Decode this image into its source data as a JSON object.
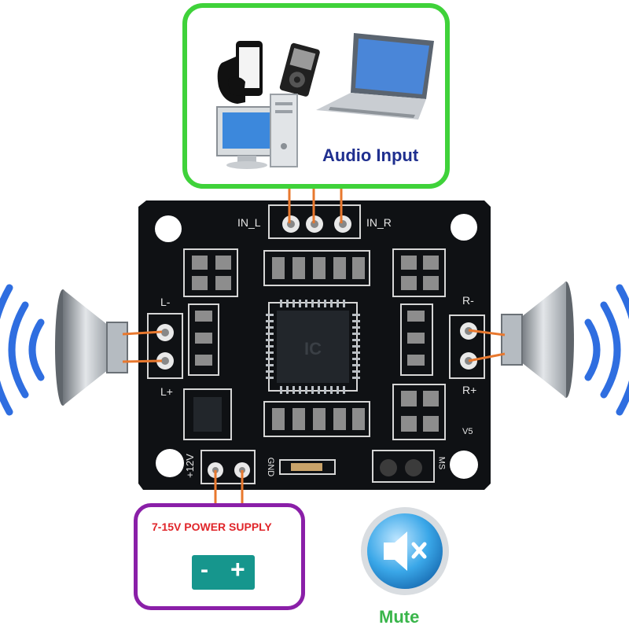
{
  "audio_input": {
    "label": "Audio Input"
  },
  "board": {
    "in_l": "IN_L",
    "in_r": "IN_R",
    "l_minus": "L-",
    "l_plus": "L+",
    "r_minus": "R-",
    "r_plus": "R+",
    "v12": "+12V",
    "gnd": "GND",
    "ms": "MS",
    "version": "V5"
  },
  "power_supply": {
    "label": "7-15V POWER SUPPLY",
    "minus": "-",
    "plus": "+"
  },
  "mute": {
    "label": "Mute"
  },
  "colors": {
    "audio_border": "#3fd23a",
    "audio_text": "#1f2f8f",
    "power_border": "#8a1fa8",
    "power_text": "#e0252a",
    "battery": "#16968d",
    "mute_text": "#39b54a",
    "wire": "#e8782e",
    "board": "#0f1114",
    "sound_waves": "#2f6ee0"
  },
  "icons": [
    "phone-in-hand-icon",
    "mp3-player-icon",
    "laptop-icon",
    "desktop-computer-icon",
    "speaker-left-icon",
    "speaker-right-icon",
    "sound-waves-icon",
    "battery-icon",
    "mute-speaker-icon"
  ]
}
